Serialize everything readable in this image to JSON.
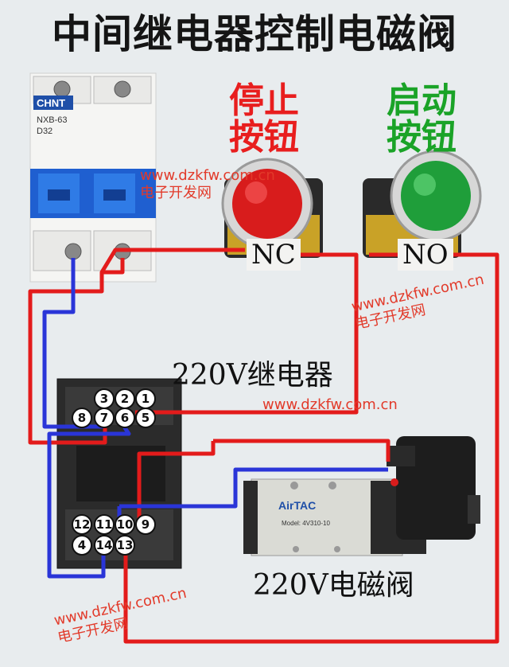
{
  "title": "中间继电器控制电磁阀",
  "stop_button": {
    "label_line1": "停止",
    "label_line2": "按钮",
    "terminal": "NC"
  },
  "start_button": {
    "label_line1": "启动",
    "label_line2": "按钮",
    "terminal": "NO"
  },
  "breaker": {
    "brand": "CHNT",
    "model": "NXB-63",
    "rating": "D32"
  },
  "relay": {
    "label": "220V继电器",
    "pins_top": [
      "3",
      "2",
      "1"
    ],
    "pins_row2": [
      "8",
      "7",
      "6",
      "5"
    ],
    "pins_row3": [
      "12",
      "11",
      "10",
      "9"
    ],
    "pins_row4": [
      "4",
      "14",
      "13"
    ]
  },
  "valve": {
    "label": "220V电磁阀",
    "brand": "AirTAC",
    "model": "Model: 4V310-10"
  },
  "watermarks": [
    {
      "url": "www.dzkfw.com.cn",
      "cn": "电子开发网"
    },
    {
      "url": "www.dzkfw.com.cn",
      "cn": "电子开发网"
    },
    {
      "url": "www.dzkfw.com.cn",
      "cn": ""
    },
    {
      "url": "www.dzkfw.com.cn",
      "cn": "电子开发网"
    }
  ],
  "colors": {
    "wire_red": "#e31b1b",
    "wire_blue": "#2a35d8",
    "button_red": "#d81c1c",
    "button_green": "#1f9e3a"
  }
}
